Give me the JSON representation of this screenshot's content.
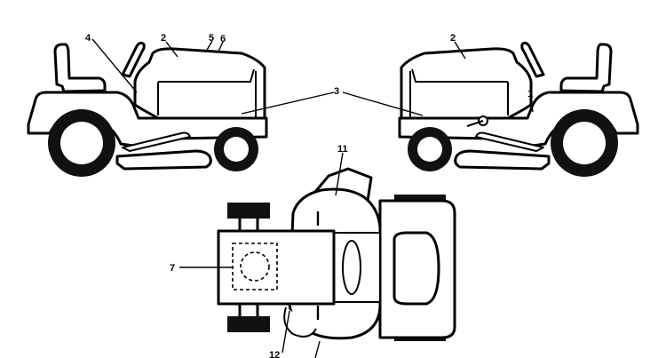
{
  "diagram": {
    "callouts": [
      {
        "id": "1",
        "text": "1"
      },
      {
        "id": "2a",
        "text": "2"
      },
      {
        "id": "2b",
        "text": "2"
      },
      {
        "id": "3",
        "text": "3"
      },
      {
        "id": "4",
        "text": "4"
      },
      {
        "id": "5",
        "text": "5"
      },
      {
        "id": "6",
        "text": "6"
      },
      {
        "id": "7",
        "text": "7"
      },
      {
        "id": "11",
        "text": "11"
      },
      {
        "id": "12",
        "text": "12"
      }
    ]
  }
}
